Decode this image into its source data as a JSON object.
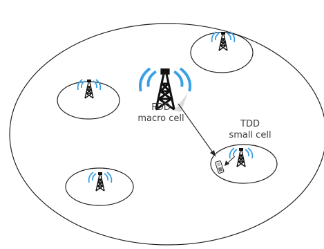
{
  "labels": {
    "macro_cell": [
      "FDD",
      "macro cell"
    ],
    "small_cell": [
      "TDD",
      "small cell"
    ]
  },
  "icons": {
    "tower": "cell-tower-icon",
    "phone": "mobile-phone-icon"
  },
  "colors": {
    "outline": "#222222",
    "wave": "#3aa0e6",
    "tower": "#111111",
    "label": "#3a3a3a"
  }
}
